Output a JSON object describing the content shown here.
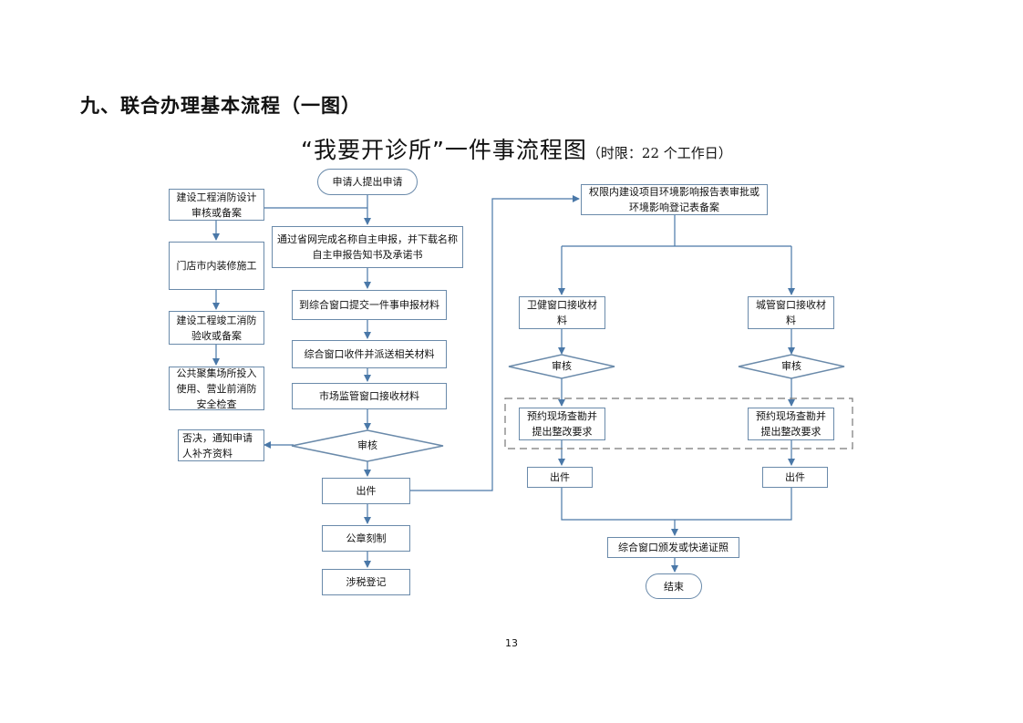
{
  "heading": "九、联合办理基本流程（一图）",
  "title": {
    "main": "“我要开诊所”一件事流程图",
    "sub": "（时限：22 个工作日）"
  },
  "flowchart": {
    "nodes": {
      "start": "申请人提出申请",
      "fire_design": "建设工程消防设计审核或备案",
      "store_decoration": "门店市内装修施工",
      "fire_acceptance": "建设工程竣工消防验收或备案",
      "public_safety": "公共聚集场所投入使用、营业前消防安全检查",
      "online_name": "通过省网完成名称自主申报，并下载名称自主申报告知书及承诺书",
      "submit_materials": "到综合窗口提交一件事申报材料",
      "dispatch": "综合窗口收件并派送相关材料",
      "market_receive": "市场监管窗口接收材料",
      "review_main": "审核",
      "reject": "否决，通知申请人补齐资料",
      "license_main": "出件",
      "seal": "公章刻制",
      "tax": "涉税登记",
      "env_approval": "权限内建设项目环境影响报告表审批或环境影响登记表备案",
      "health_receive": "卫健窗口接收材料",
      "urban_receive": "城管窗口接收材料",
      "review_health": "审核",
      "review_urban": "审核",
      "inspect_health": "预约现场查勘并提出整改要求",
      "inspect_urban": "预约现场查勘并提出整改要求",
      "license_health": "出件",
      "license_urban": "出件",
      "issue": "综合窗口颁发或快递证照",
      "end": "结束"
    }
  },
  "page_number": "13",
  "colors": {
    "line": "#4a78a8",
    "border": "#6a8aaa",
    "dashed": "#777777"
  }
}
